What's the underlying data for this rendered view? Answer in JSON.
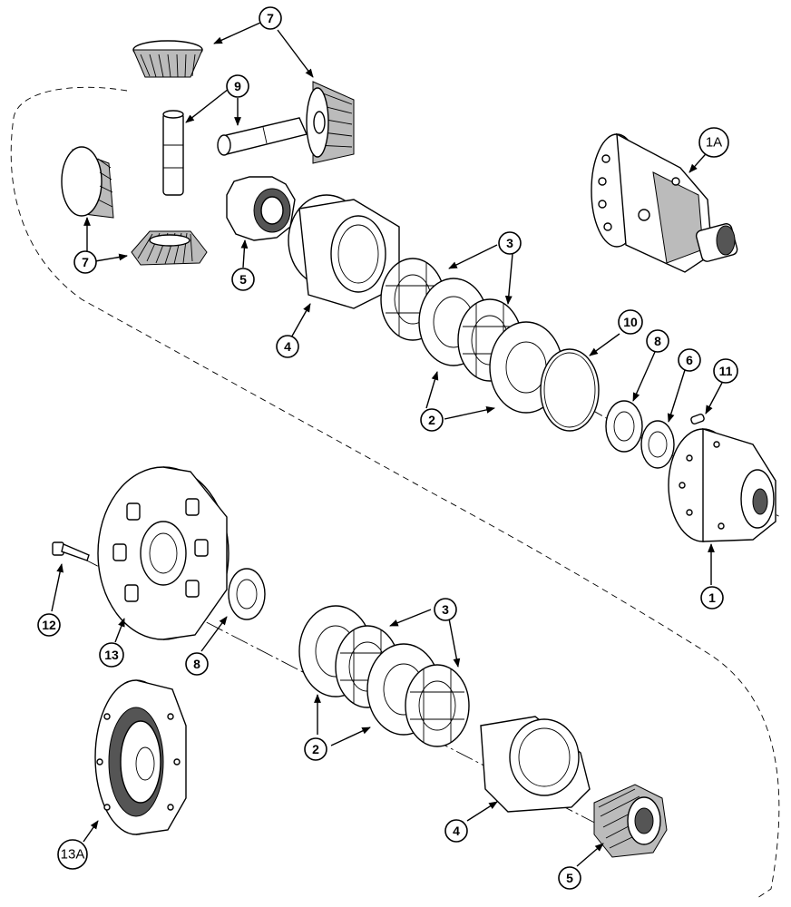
{
  "callouts": [
    {
      "id": "c7a",
      "label": "7"
    },
    {
      "id": "c9",
      "label": "9"
    },
    {
      "id": "c1a",
      "label": "1A"
    },
    {
      "id": "c7b",
      "label": "7"
    },
    {
      "id": "c5a",
      "label": "5"
    },
    {
      "id": "c3a",
      "label": "3"
    },
    {
      "id": "c4a",
      "label": "4"
    },
    {
      "id": "c10",
      "label": "10"
    },
    {
      "id": "c8a",
      "label": "8"
    },
    {
      "id": "c6",
      "label": "6"
    },
    {
      "id": "c11",
      "label": "11"
    },
    {
      "id": "c2a",
      "label": "2"
    },
    {
      "id": "c1",
      "label": "1"
    },
    {
      "id": "c12",
      "label": "12"
    },
    {
      "id": "c13",
      "label": "13"
    },
    {
      "id": "c8b",
      "label": "8"
    },
    {
      "id": "c3b",
      "label": "3"
    },
    {
      "id": "c2b",
      "label": "2"
    },
    {
      "id": "c13a",
      "label": "13A"
    },
    {
      "id": "c4b",
      "label": "4"
    },
    {
      "id": "c5b",
      "label": "5"
    }
  ]
}
